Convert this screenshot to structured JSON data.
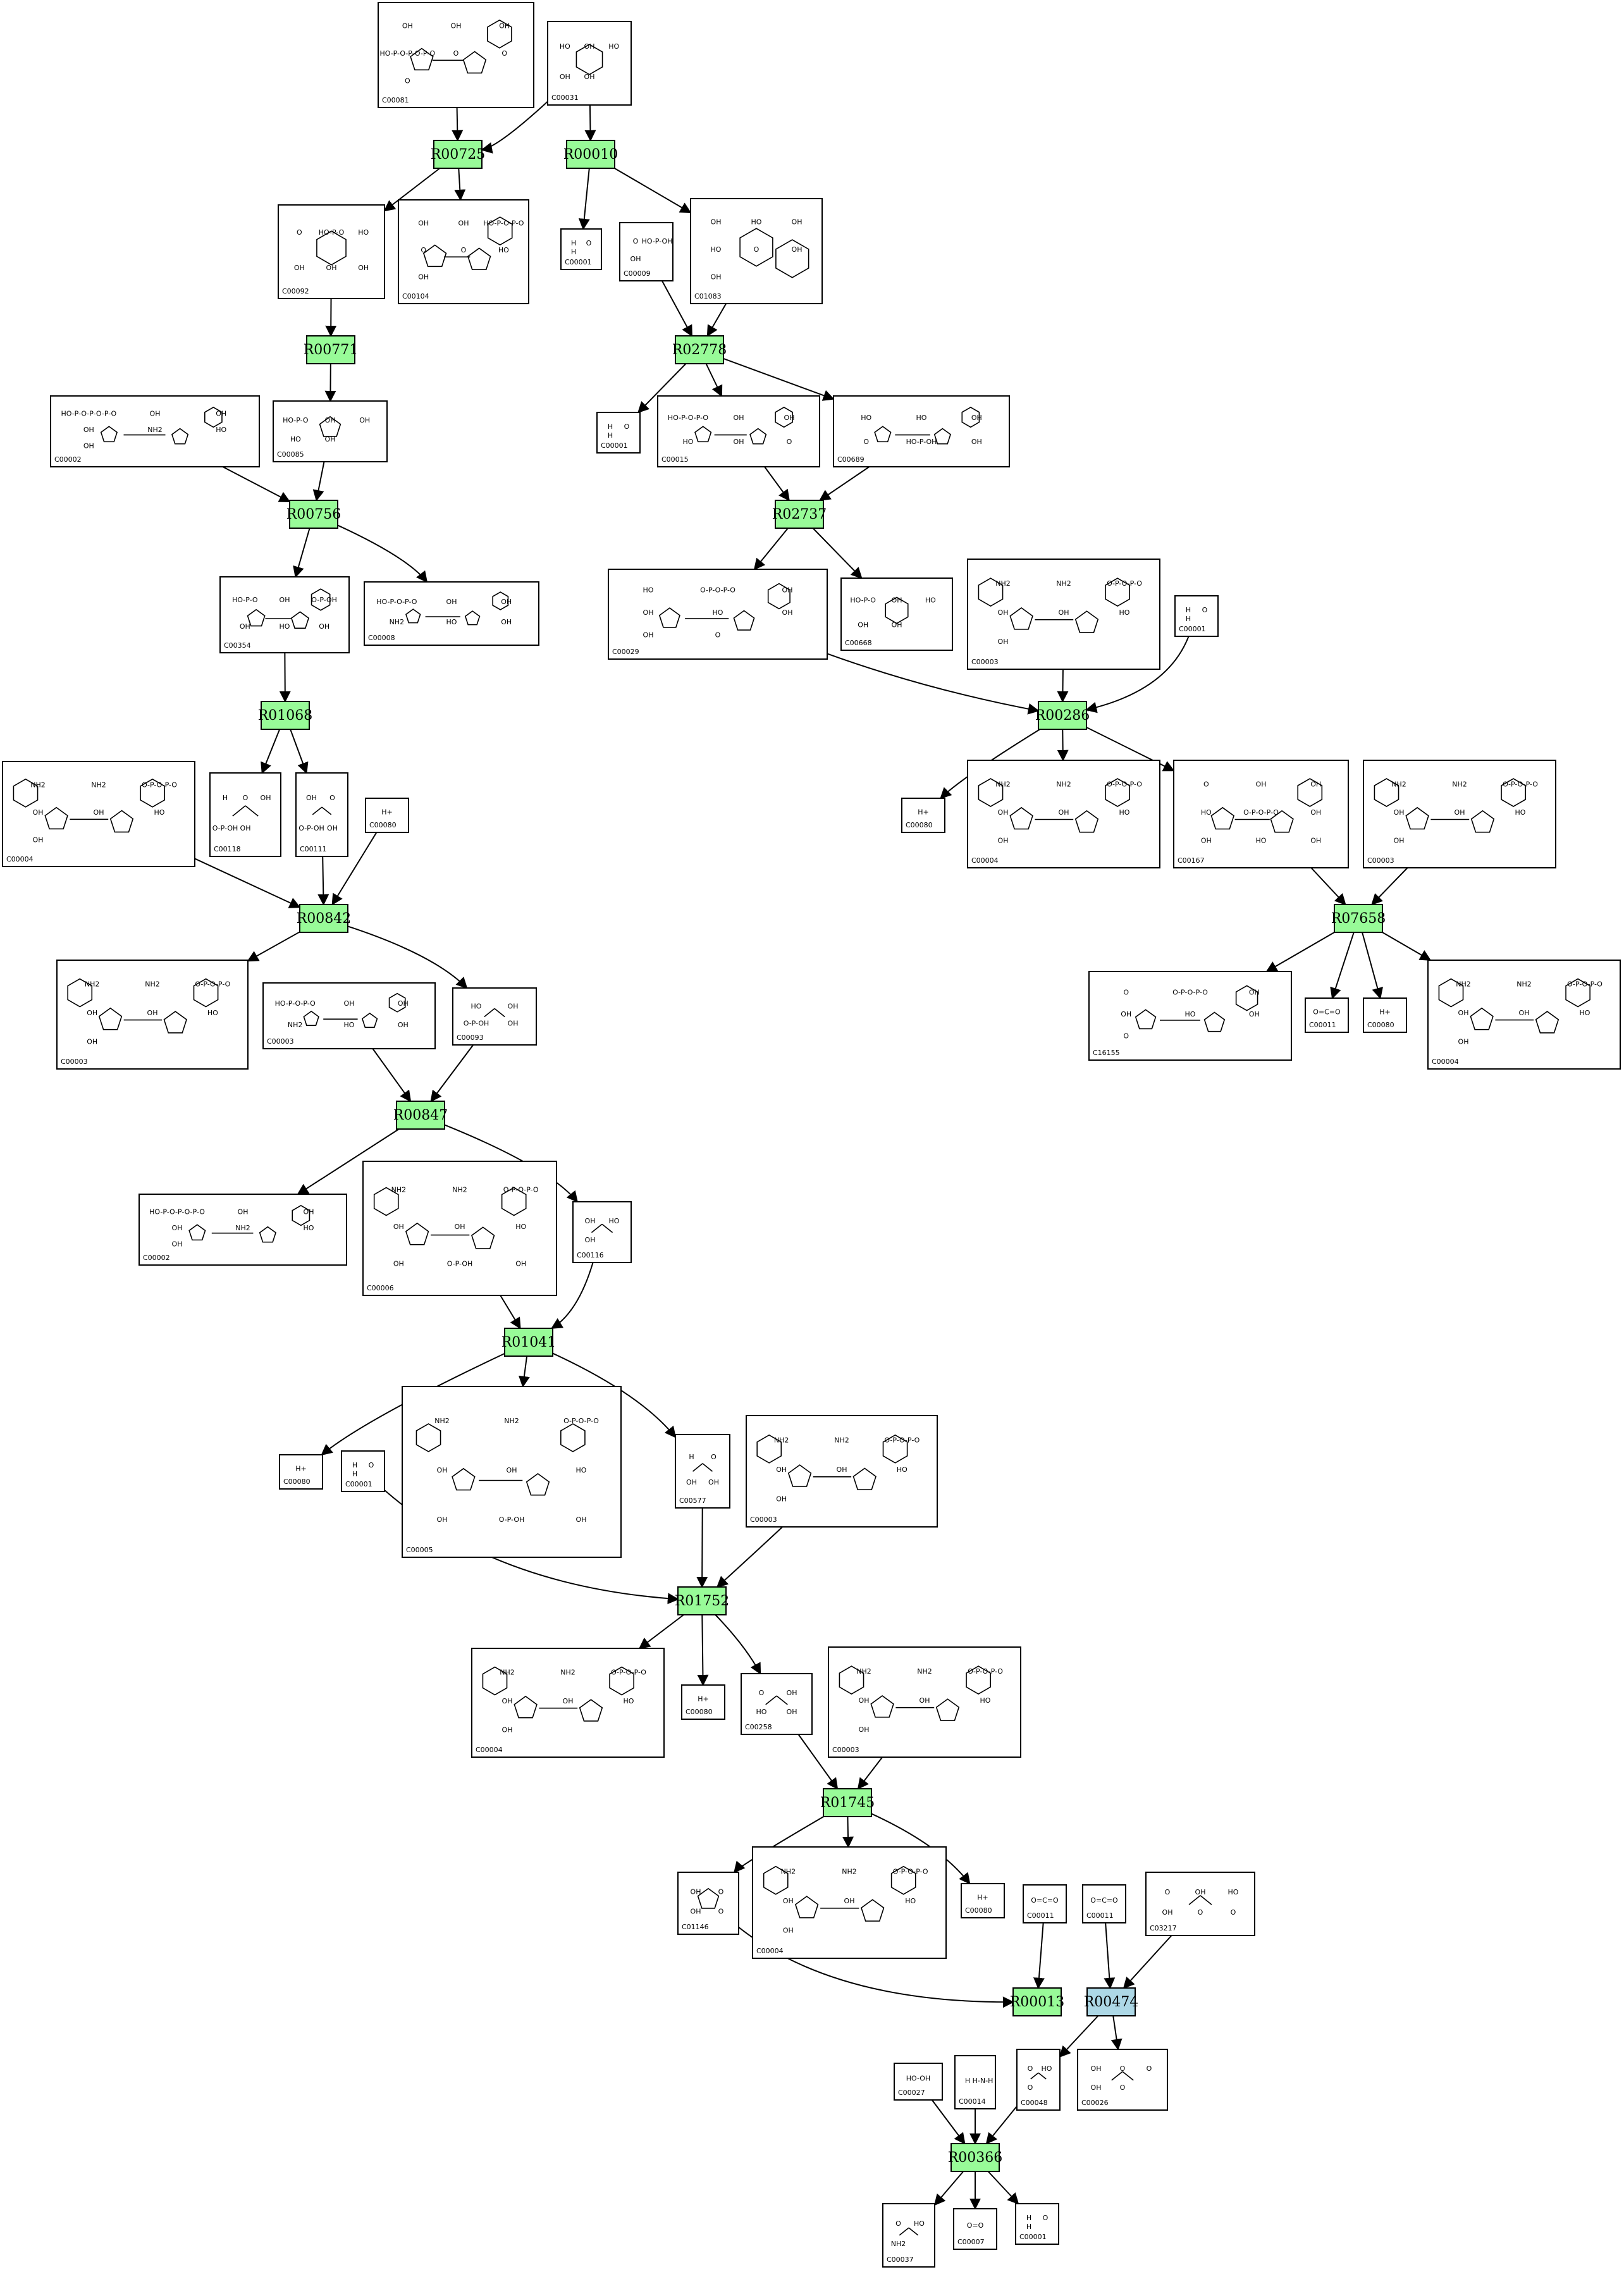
{
  "colors": {
    "reaction": "#98fb98",
    "reaction_alt": "#add8e6",
    "compound": "#ffffff",
    "stroke": "#000000"
  },
  "reactions": [
    {
      "id": "R00725",
      "label": "R00725",
      "color": "green"
    },
    {
      "id": "R00010",
      "label": "R00010",
      "color": "green"
    },
    {
      "id": "R00771",
      "label": "R00771",
      "color": "green"
    },
    {
      "id": "R02778",
      "label": "R02778",
      "color": "green"
    },
    {
      "id": "R00756",
      "label": "R00756",
      "color": "green"
    },
    {
      "id": "R02737",
      "label": "R02737",
      "color": "green"
    },
    {
      "id": "R01068",
      "label": "R01068",
      "color": "green"
    },
    {
      "id": "R00286",
      "label": "R00286",
      "color": "green"
    },
    {
      "id": "R00842",
      "label": "R00842",
      "color": "green"
    },
    {
      "id": "R07658",
      "label": "R07658",
      "color": "green"
    },
    {
      "id": "R00847",
      "label": "R00847",
      "color": "green"
    },
    {
      "id": "R01041",
      "label": "R01041",
      "color": "green"
    },
    {
      "id": "R01752",
      "label": "R01752",
      "color": "green"
    },
    {
      "id": "R01745",
      "label": "R01745",
      "color": "green"
    },
    {
      "id": "R00013",
      "label": "R00013",
      "color": "green"
    },
    {
      "id": "R00474",
      "label": "R00474",
      "color": "blue"
    },
    {
      "id": "R00366",
      "label": "R00366",
      "color": "green"
    }
  ],
  "compounds": [
    {
      "id": "c00081",
      "label": "C00081",
      "formula": [
        "OH",
        "OH",
        "OH",
        "HO-P-O-P-O-P-O",
        "O",
        "O",
        "O"
      ]
    },
    {
      "id": "c00031",
      "label": "C00031",
      "formula": [
        "HO",
        "OH",
        "HO",
        "OH",
        "OH"
      ]
    },
    {
      "id": "c00092",
      "label": "C00092",
      "formula": [
        "O",
        "HO-P-O",
        "HO",
        "OH",
        "OH",
        "OH"
      ]
    },
    {
      "id": "c00104",
      "label": "C00104",
      "formula": [
        "OH",
        "OH",
        "HO-P-O-P-O",
        "O",
        "O",
        "HO",
        "OH"
      ]
    },
    {
      "id": "c00001a",
      "label": "C00001",
      "formula": [
        "H",
        "O",
        "H"
      ]
    },
    {
      "id": "c00009",
      "label": "C00009",
      "formula": [
        "O",
        "HO-P-OH",
        "OH"
      ]
    },
    {
      "id": "c01083",
      "label": "C01083",
      "formula": [
        "OH",
        "HO",
        "OH",
        "HO",
        "O",
        "OH",
        "OH"
      ]
    },
    {
      "id": "c00002a",
      "label": "C00002",
      "formula": [
        "HO-P-O-P-O-P-O",
        "OH",
        "OH",
        "OH",
        "NH2",
        "HO",
        "OH"
      ]
    },
    {
      "id": "c00085",
      "label": "C00085",
      "formula": [
        "HO-P-O",
        "OH",
        "OH",
        "HO",
        "OH"
      ]
    },
    {
      "id": "c00001b",
      "label": "C00001",
      "formula": [
        "H",
        "O",
        "H"
      ]
    },
    {
      "id": "c00015",
      "label": "C00015",
      "formula": [
        "HO-P-O-P-O",
        "OH",
        "OH",
        "HO",
        "OH",
        "O"
      ]
    },
    {
      "id": "c00689",
      "label": "C00689",
      "formula": [
        "HO",
        "HO",
        "OH",
        "O",
        "HO-P-OH",
        "OH"
      ]
    },
    {
      "id": "c00354",
      "label": "C00354",
      "formula": [
        "HO-P-O",
        "OH",
        "O-P-OH",
        "OH",
        "HO",
        "OH"
      ]
    },
    {
      "id": "c00008",
      "label": "C00008",
      "formula": [
        "HO-P-O-P-O",
        "OH",
        "OH",
        "NH2",
        "HO",
        "OH"
      ]
    },
    {
      "id": "c00029",
      "label": "C00029",
      "formula": [
        "HO",
        "O-P-O-P-O",
        "OH",
        "OH",
        "HO",
        "OH",
        "OH",
        "O"
      ]
    },
    {
      "id": "c00668",
      "label": "C00668",
      "formula": [
        "HO-P-O",
        "OH",
        "HO",
        "OH",
        "OH"
      ]
    },
    {
      "id": "c00003a",
      "label": "C00003",
      "formula": [
        "NH2",
        "NH2",
        "O-P-O-P-O",
        "OH",
        "OH",
        "HO",
        "OH"
      ]
    },
    {
      "id": "c00001c",
      "label": "C00001",
      "formula": [
        "H",
        "O",
        "H"
      ]
    },
    {
      "id": "c00004a",
      "label": "C00004",
      "formula": [
        "NH2",
        "NH2",
        "O-P-O-P-O",
        "OH",
        "OH",
        "HO",
        "OH"
      ]
    },
    {
      "id": "c00118",
      "label": "C00118",
      "formula": [
        "H",
        "O",
        "OH",
        "O-P-OH",
        "OH"
      ]
    },
    {
      "id": "c00111",
      "label": "C00111",
      "formula": [
        "OH",
        "O",
        "O-P-OH",
        "OH"
      ]
    },
    {
      "id": "c00080a",
      "label": "C00080",
      "formula": [
        "H+"
      ]
    },
    {
      "id": "c00080b",
      "label": "C00080",
      "formula": [
        "H+"
      ]
    },
    {
      "id": "c00004b",
      "label": "C00004",
      "formula": [
        "NH2",
        "NH2",
        "O-P-O-P-O",
        "OH",
        "OH",
        "HO",
        "OH"
      ]
    },
    {
      "id": "c00167",
      "label": "C00167",
      "formula": [
        "O",
        "OH",
        "OH",
        "HO",
        "O-P-O-P-O",
        "OH",
        "OH",
        "HO",
        "OH"
      ]
    },
    {
      "id": "c00003b",
      "label": "C00003",
      "formula": [
        "NH2",
        "NH2",
        "O-P-O-P-O",
        "OH",
        "OH",
        "HO",
        "OH"
      ]
    },
    {
      "id": "c00003c",
      "label": "C00003",
      "formula": [
        "NH2",
        "NH2",
        "O-P-O-P-O",
        "OH",
        "OH",
        "HO",
        "OH"
      ]
    },
    {
      "id": "c00003d",
      "label": "C00003",
      "formula": [
        "HO-P-O-P-O",
        "OH",
        "OH",
        "NH2",
        "HO",
        "OH"
      ]
    },
    {
      "id": "c00093",
      "label": "C00093",
      "formula": [
        "HO",
        "OH",
        "O-P-OH",
        "OH"
      ]
    },
    {
      "id": "c16155",
      "label": "C16155",
      "formula": [
        "O",
        "O-P-O-P-O",
        "OH",
        "OH",
        "HO",
        "OH",
        "O"
      ]
    },
    {
      "id": "c00011a",
      "label": "C00011",
      "formula": [
        "O=C=O"
      ]
    },
    {
      "id": "c00080c",
      "label": "C00080",
      "formula": [
        "H+"
      ]
    },
    {
      "id": "c00004c",
      "label": "C00004",
      "formula": [
        "NH2",
        "NH2",
        "O-P-O-P-O",
        "OH",
        "OH",
        "HO",
        "OH"
      ]
    },
    {
      "id": "c00002b",
      "label": "C00002",
      "formula": [
        "HO-P-O-P-O-P-O",
        "OH",
        "OH",
        "OH",
        "NH2",
        "HO",
        "OH"
      ]
    },
    {
      "id": "c00006",
      "label": "C00006",
      "formula": [
        "NH2",
        "NH2",
        "O-P-O-P-O",
        "OH",
        "OH",
        "HO",
        "OH",
        "O-P-OH",
        "OH"
      ]
    },
    {
      "id": "c00116",
      "label": "C00116",
      "formula": [
        "OH",
        "HO",
        "OH"
      ]
    },
    {
      "id": "c00080d",
      "label": "C00080",
      "formula": [
        "H+"
      ]
    },
    {
      "id": "c00001d",
      "label": "C00001",
      "formula": [
        "H",
        "O",
        "H"
      ]
    },
    {
      "id": "c00005",
      "label": "C00005",
      "formula": [
        "NH2",
        "NH2",
        "O-P-O-P-O",
        "OH",
        "OH",
        "HO",
        "OH",
        "O-P-OH",
        "OH"
      ]
    },
    {
      "id": "c00577",
      "label": "C00577",
      "formula": [
        "H",
        "O",
        "OH",
        "OH"
      ]
    },
    {
      "id": "c00003e",
      "label": "C00003",
      "formula": [
        "NH2",
        "NH2",
        "O-P-O-P-O",
        "OH",
        "OH",
        "HO",
        "OH"
      ]
    },
    {
      "id": "c00004d",
      "label": "C00004",
      "formula": [
        "NH2",
        "NH2",
        "O-P-O-P-O",
        "OH",
        "OH",
        "HO",
        "OH"
      ]
    },
    {
      "id": "c00080e",
      "label": "C00080",
      "formula": [
        "H+"
      ]
    },
    {
      "id": "c00258",
      "label": "C00258",
      "formula": [
        "O",
        "OH",
        "HO",
        "OH"
      ]
    },
    {
      "id": "c00003f",
      "label": "C00003",
      "formula": [
        "NH2",
        "NH2",
        "O-P-O-P-O",
        "OH",
        "OH",
        "HO",
        "OH"
      ]
    },
    {
      "id": "c01146",
      "label": "C01146",
      "formula": [
        "OH",
        "O",
        "OH",
        "O"
      ]
    },
    {
      "id": "c00004e",
      "label": "C00004",
      "formula": [
        "NH2",
        "NH2",
        "O-P-O-P-O",
        "OH",
        "OH",
        "HO",
        "OH"
      ]
    },
    {
      "id": "c00080f",
      "label": "C00080",
      "formula": [
        "H+"
      ]
    },
    {
      "id": "c00011b",
      "label": "C00011",
      "formula": [
        "O=C=O"
      ]
    },
    {
      "id": "c00011c",
      "label": "C00011",
      "formula": [
        "O=C=O"
      ]
    },
    {
      "id": "c03217",
      "label": "C03217",
      "formula": [
        "O",
        "OH",
        "HO",
        "OH",
        "O",
        "O"
      ]
    },
    {
      "id": "c00027",
      "label": "C00027",
      "formula": [
        "HO-OH"
      ]
    },
    {
      "id": "c00014",
      "label": "C00014",
      "formula": [
        "H",
        "H-N-H"
      ]
    },
    {
      "id": "c00048",
      "label": "C00048",
      "formula": [
        "O",
        "HO",
        "O"
      ]
    },
    {
      "id": "c00026",
      "label": "C00026",
      "formula": [
        "OH",
        "O",
        "O",
        "OH",
        "O"
      ]
    },
    {
      "id": "c00037",
      "label": "C00037",
      "formula": [
        "O",
        "HO",
        "NH2"
      ]
    },
    {
      "id": "c00007",
      "label": "C00007",
      "formula": [
        "O=O"
      ]
    },
    {
      "id": "c00001e",
      "label": "C00001",
      "formula": [
        "H",
        "O",
        "H"
      ]
    }
  ]
}
